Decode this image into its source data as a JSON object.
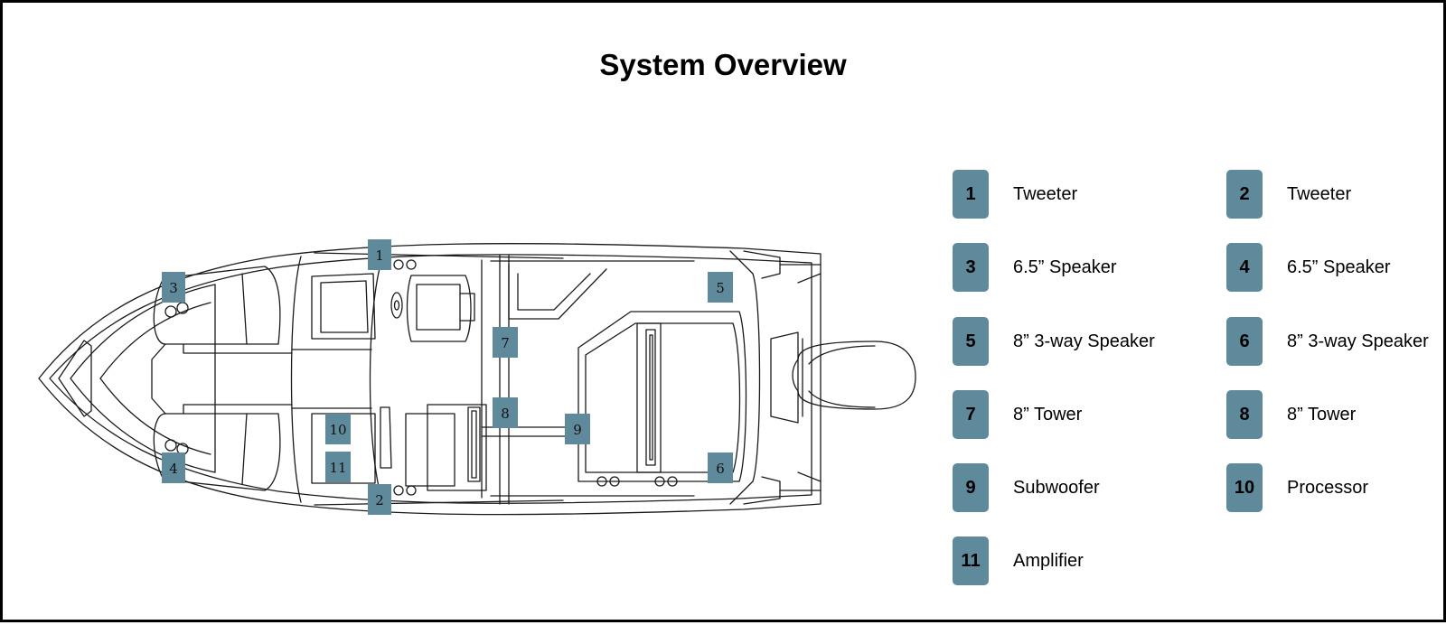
{
  "title": "System Overview",
  "colors": {
    "badge": "#5f8a9c",
    "line": "#1a1a1a",
    "border": "#000000"
  },
  "legend": {
    "items": [
      {
        "number": "1",
        "label": "Tweeter"
      },
      {
        "number": "2",
        "label": "Tweeter"
      },
      {
        "number": "3",
        "label": "6.5” Speaker"
      },
      {
        "number": "4",
        "label": "6.5” Speaker"
      },
      {
        "number": "5",
        "label": "8” 3-way Speaker"
      },
      {
        "number": "6",
        "label": "8” 3-way Speaker"
      },
      {
        "number": "7",
        "label": "8” Tower"
      },
      {
        "number": "8",
        "label": "8” Tower"
      },
      {
        "number": "9",
        "label": "Subwoofer"
      },
      {
        "number": "10",
        "label": "Processor"
      },
      {
        "number": "11",
        "label": "Amplifier"
      }
    ]
  },
  "markers": [
    "1",
    "2",
    "3",
    "4",
    "5",
    "6",
    "7",
    "8",
    "9",
    "10",
    "11"
  ]
}
